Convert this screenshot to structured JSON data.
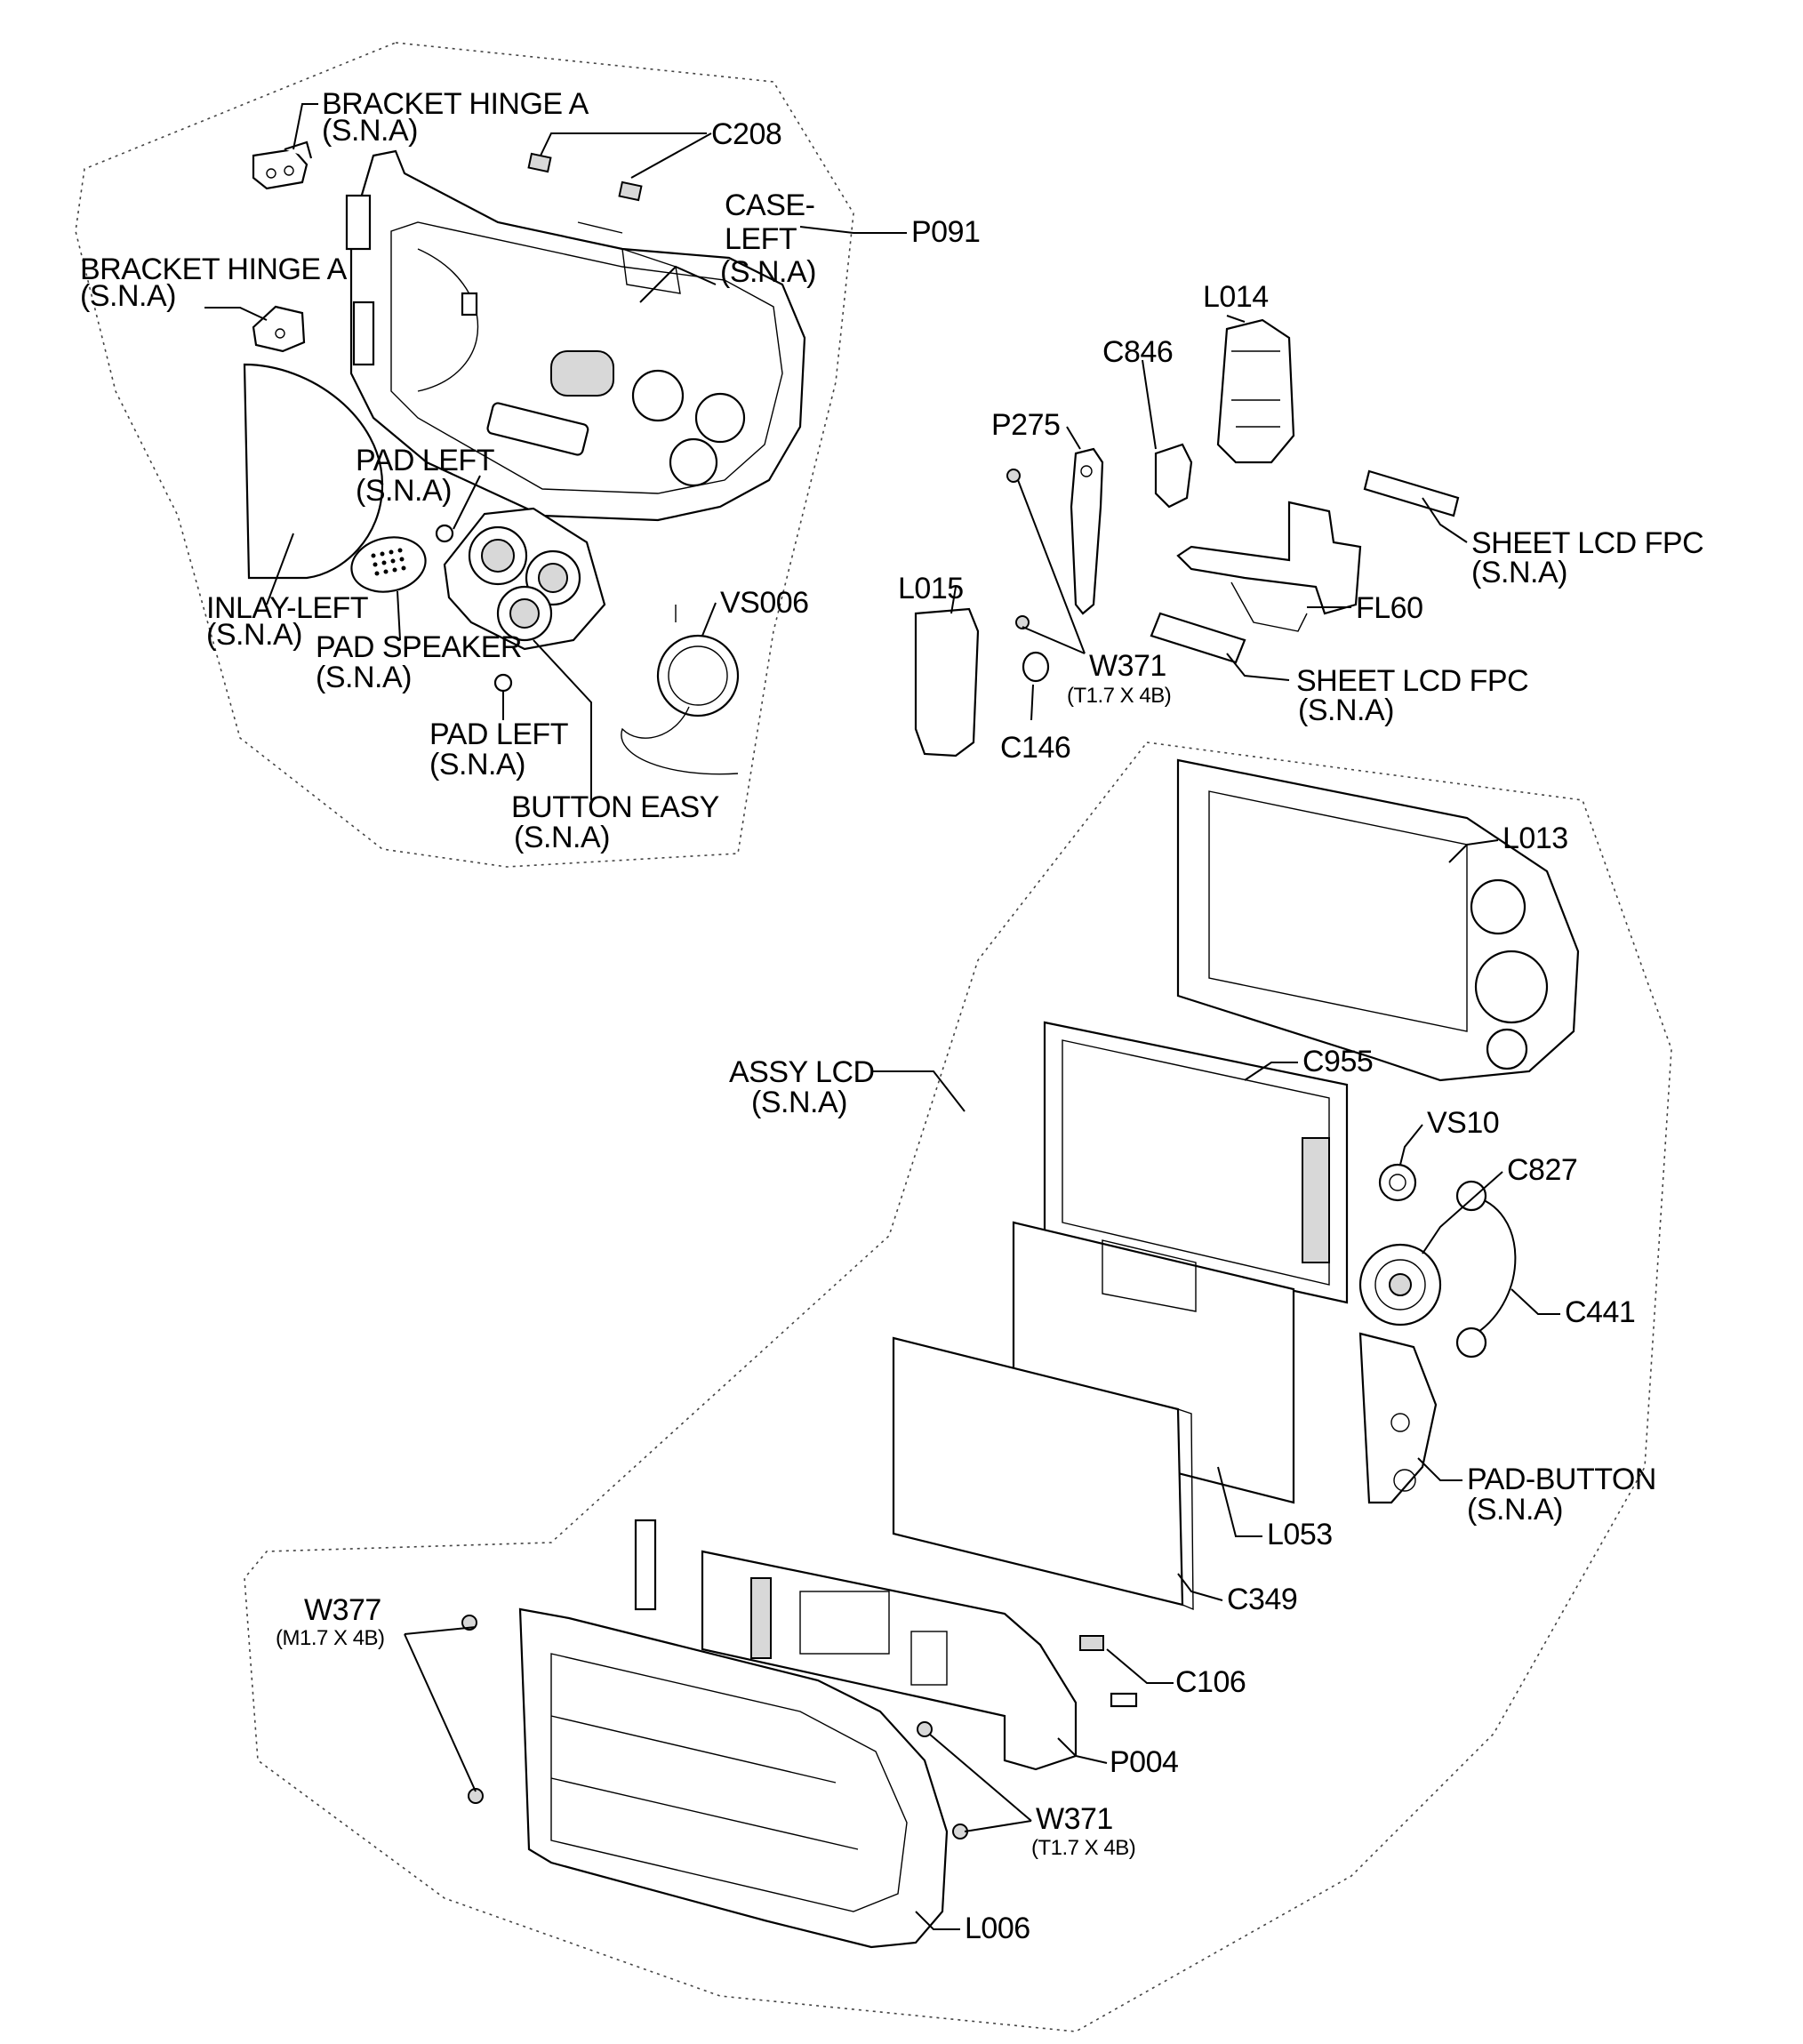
{
  "labels": {
    "bracket_hinge_a_top": "BRACKET HINGE A",
    "bracket_hinge_a_top_sna": "(S.N.A)",
    "c208": "C208",
    "case_left_1": "CASE-",
    "case_left_2": "LEFT",
    "case_left_sna": "(S.N.A)",
    "p091": "P091",
    "bracket_hinge_a_left": "BRACKET HINGE A",
    "bracket_hinge_a_left_sna": "(S.N.A)",
    "pad_left_upper": "PAD LEFT",
    "pad_left_upper_sna": "(S.N.A)",
    "inlay_left": "INLAY-LEFT",
    "inlay_left_sna": "(S.N.A)",
    "pad_speaker": "PAD SPEAKER",
    "pad_speaker_sna": "(S.N.A)",
    "vs006": "VS006",
    "pad_left_lower": "PAD LEFT",
    "pad_left_lower_sna": "(S.N.A)",
    "button_easy": "BUTTON EASY",
    "button_easy_sna": "(S.N.A)",
    "l014": "L014",
    "c846": "C846",
    "p275": "P275",
    "sheet_lcd_fpc_top": "SHEET LCD FPC",
    "sheet_lcd_fpc_top_sna": "(S.N.A)",
    "l015": "L015",
    "fl60": "FL60",
    "w371_top": "W371",
    "w371_top_spec": "(T1.7 X 4B)",
    "sheet_lcd_fpc_mid": "SHEET LCD FPC",
    "sheet_lcd_fpc_mid_sna": "(S.N.A)",
    "c146": "C146",
    "l013": "L013",
    "assy_lcd": "ASSY LCD",
    "assy_lcd_sna": "(S.N.A)",
    "c955": "C955",
    "vs10": "VS10",
    "c827": "C827",
    "c441": "C441",
    "pad_button": "PAD-BUTTON",
    "pad_button_sna": "(S.N.A)",
    "l053": "L053",
    "c349": "C349",
    "w377": "W377",
    "w377_spec": "(M1.7 X 4B)",
    "c106": "C106",
    "p004": "P004",
    "w371_bottom": "W371",
    "w371_bottom_spec": "(T1.7 X 4B)",
    "l006": "L006"
  }
}
